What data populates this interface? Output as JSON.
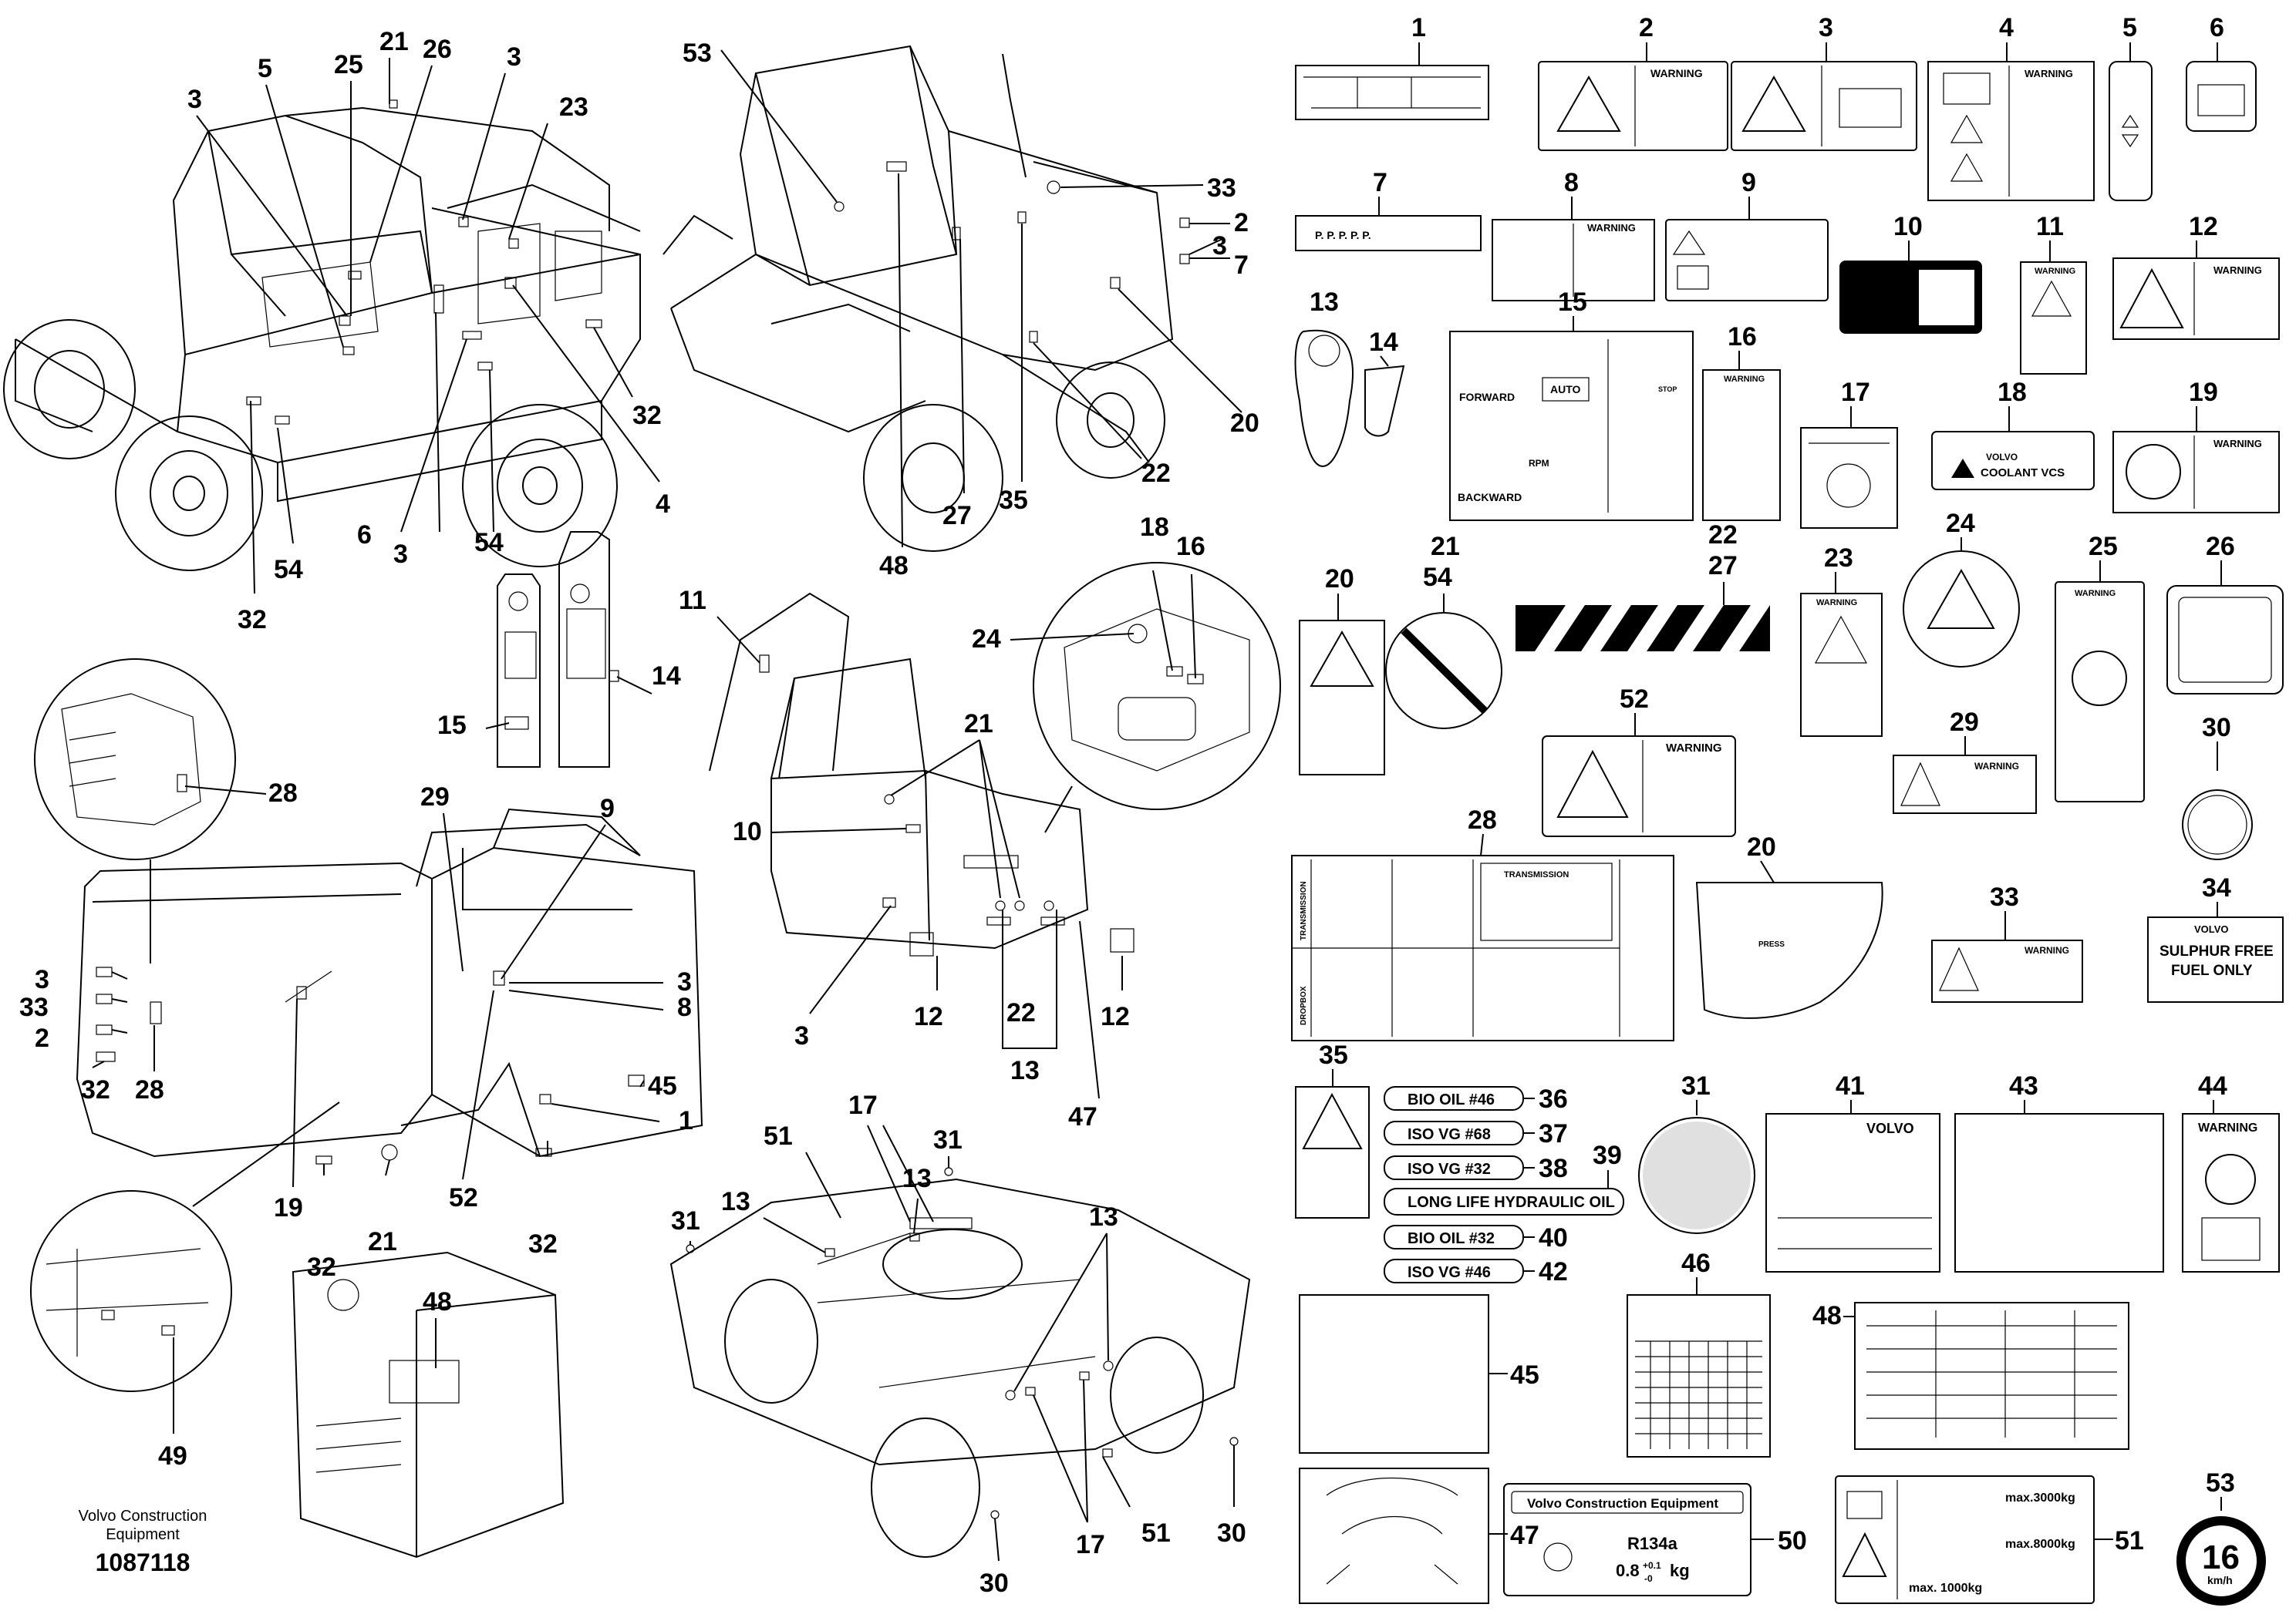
{
  "footer": {
    "company_line1": "Volvo Construction",
    "company_line2": "Equipment",
    "document_number": "1087118"
  },
  "callouts": [
    {
      "id": "c21a",
      "text": "21"
    },
    {
      "id": "c26a",
      "text": "26"
    },
    {
      "id": "c25a",
      "text": "25"
    },
    {
      "id": "c5a",
      "text": "5"
    },
    {
      "id": "c3a",
      "text": "3"
    },
    {
      "id": "c3b",
      "text": "3"
    },
    {
      "id": "c23a",
      "text": "23"
    },
    {
      "id": "c32a",
      "text": "32"
    },
    {
      "id": "c4a",
      "text": "4"
    },
    {
      "id": "c54a",
      "text": "54"
    },
    {
      "id": "c3c",
      "text": "3"
    },
    {
      "id": "c6a",
      "text": "6"
    },
    {
      "id": "c54b",
      "text": "54"
    },
    {
      "id": "c32b",
      "text": "32"
    },
    {
      "id": "c53a",
      "text": "53"
    },
    {
      "id": "c33a",
      "text": "33"
    },
    {
      "id": "c2a",
      "text": "2"
    },
    {
      "id": "c3d",
      "text": "3"
    },
    {
      "id": "c7a",
      "text": "7"
    },
    {
      "id": "c20a",
      "text": "20"
    },
    {
      "id": "c22a",
      "text": "22"
    },
    {
      "id": "c35a",
      "text": "35"
    },
    {
      "id": "c27a",
      "text": "27"
    },
    {
      "id": "c48a",
      "text": "48"
    },
    {
      "id": "c14a",
      "text": "14"
    },
    {
      "id": "c15a",
      "text": "15"
    },
    {
      "id": "c28a",
      "text": "28"
    },
    {
      "id": "c29a",
      "text": "29"
    },
    {
      "id": "c9a",
      "text": "9"
    },
    {
      "id": "c3e",
      "text": "3"
    },
    {
      "id": "c8a",
      "text": "8"
    },
    {
      "id": "c45a",
      "text": "45"
    },
    {
      "id": "c1a",
      "text": "1"
    },
    {
      "id": "c32c",
      "text": "32"
    },
    {
      "id": "c52a",
      "text": "52"
    },
    {
      "id": "c21b",
      "text": "21"
    },
    {
      "id": "c32d",
      "text": "32"
    },
    {
      "id": "c19a",
      "text": "19"
    },
    {
      "id": "c28b",
      "text": "28"
    },
    {
      "id": "c32e",
      "text": "32"
    },
    {
      "id": "c3f",
      "text": "3"
    },
    {
      "id": "c33b",
      "text": "33"
    },
    {
      "id": "c3g",
      "text": "3"
    },
    {
      "id": "c2b",
      "text": "2"
    },
    {
      "id": "c49a",
      "text": "49"
    },
    {
      "id": "c48b",
      "text": "48"
    },
    {
      "id": "c11a",
      "text": "11"
    },
    {
      "id": "c24a",
      "text": "24"
    },
    {
      "id": "c18a",
      "text": "18"
    },
    {
      "id": "c16a",
      "text": "16"
    },
    {
      "id": "c21c",
      "text": "21"
    },
    {
      "id": "c10a",
      "text": "10"
    },
    {
      "id": "c3h",
      "text": "3"
    },
    {
      "id": "c12a",
      "text": "12"
    },
    {
      "id": "c22b",
      "text": "22"
    },
    {
      "id": "c13a",
      "text": "13"
    },
    {
      "id": "c47a",
      "text": "47"
    },
    {
      "id": "c12b",
      "text": "12"
    },
    {
      "id": "c17a",
      "text": "17"
    },
    {
      "id": "c51a",
      "text": "51"
    },
    {
      "id": "c13b",
      "text": "13"
    },
    {
      "id": "c13c",
      "text": "13"
    },
    {
      "id": "c31a",
      "text": "31"
    },
    {
      "id": "c31b",
      "text": "31"
    },
    {
      "id": "c13d",
      "text": "13"
    },
    {
      "id": "c17b",
      "text": "17"
    },
    {
      "id": "c51b",
      "text": "51"
    },
    {
      "id": "c30a",
      "text": "30"
    },
    {
      "id": "c30b",
      "text": "30"
    }
  ],
  "parts": [
    {
      "id": "p1",
      "text": "1"
    },
    {
      "id": "p2",
      "text": "2"
    },
    {
      "id": "p3",
      "text": "3"
    },
    {
      "id": "p4",
      "text": "4"
    },
    {
      "id": "p5",
      "text": "5"
    },
    {
      "id": "p6",
      "text": "6"
    },
    {
      "id": "p7",
      "text": "7"
    },
    {
      "id": "p8",
      "text": "8"
    },
    {
      "id": "p9",
      "text": "9"
    },
    {
      "id": "p10",
      "text": "10"
    },
    {
      "id": "p11",
      "text": "11"
    },
    {
      "id": "p12",
      "text": "12"
    },
    {
      "id": "p13",
      "text": "13"
    },
    {
      "id": "p14",
      "text": "14"
    },
    {
      "id": "p15",
      "text": "15"
    },
    {
      "id": "p16",
      "text": "16"
    },
    {
      "id": "p17",
      "text": "17"
    },
    {
      "id": "p18",
      "text": "18"
    },
    {
      "id": "p19",
      "text": "19"
    },
    {
      "id": "p20",
      "text": "20"
    },
    {
      "id": "p21",
      "text": "21"
    },
    {
      "id": "p54",
      "text": "54"
    },
    {
      "id": "p22",
      "text": "22"
    },
    {
      "id": "p27",
      "text": "27"
    },
    {
      "id": "p23",
      "text": "23"
    },
    {
      "id": "p24",
      "text": "24"
    },
    {
      "id": "p25",
      "text": "25"
    },
    {
      "id": "p26",
      "text": "26"
    },
    {
      "id": "p52",
      "text": "52"
    },
    {
      "id": "p29",
      "text": "29"
    },
    {
      "id": "p30",
      "text": "30"
    },
    {
      "id": "p28",
      "text": "28"
    },
    {
      "id": "p20b",
      "text": "20"
    },
    {
      "id": "p33",
      "text": "33"
    },
    {
      "id": "p34",
      "text": "34"
    },
    {
      "id": "p35",
      "text": "35"
    },
    {
      "id": "p31",
      "text": "31"
    },
    {
      "id": "p41",
      "text": "41"
    },
    {
      "id": "p43",
      "text": "43"
    },
    {
      "id": "p44",
      "text": "44"
    },
    {
      "id": "p36",
      "text": "36"
    },
    {
      "id": "p37",
      "text": "37"
    },
    {
      "id": "p38",
      "text": "38"
    },
    {
      "id": "p39",
      "text": "39"
    },
    {
      "id": "p40",
      "text": "40"
    },
    {
      "id": "p42",
      "text": "42"
    },
    {
      "id": "p46",
      "text": "46"
    },
    {
      "id": "p48",
      "text": "48"
    },
    {
      "id": "p45",
      "text": "45"
    },
    {
      "id": "p47",
      "text": "47"
    },
    {
      "id": "p50",
      "text": "50"
    },
    {
      "id": "p51",
      "text": "51"
    },
    {
      "id": "p53",
      "text": "53"
    }
  ],
  "decal_text": {
    "warning": "WARNING",
    "p7_marks": "P.   P.   P.   P.   P.",
    "p15_forward": "FORWARD",
    "p15_auto": "AUTO",
    "p15_rpm": "RPM",
    "p15_backward": "BACKWARD",
    "p15_stop": "STOP",
    "p18_brand": "VOLVO",
    "p18_coolant": "COOLANT VCS",
    "p28_transmission": "TRANSMISSION",
    "p28_side_top": "TRANSMISSION",
    "p28_side_bottom": "DROPBOX",
    "p20b_press": "PRESS",
    "p34_brand": "VOLVO",
    "p34_line1": "SULPHUR FREE",
    "p34_line2": "FUEL ONLY",
    "p36": "BIO OIL #46",
    "p37": "ISO VG #68",
    "p38": "ISO VG #32",
    "p39": "LONG LIFE HYDRAULIC OIL",
    "p40": "BIO OIL #32",
    "p42": "ISO VG #46",
    "p41_brand": "VOLVO",
    "p50_title": "Volvo Construction Equipment",
    "p50_refrigerant": "R134a",
    "p50_amount": "0.8",
    "p50_tolerance": "+0.1",
    "p50_tolerance_low": "-0",
    "p50_unit": "kg",
    "p51_max1": "max.3000kg",
    "p51_max2": "max.8000kg",
    "p51_max3": "max. 1000kg",
    "p53_speed": "16",
    "p53_unit": "km/h"
  }
}
